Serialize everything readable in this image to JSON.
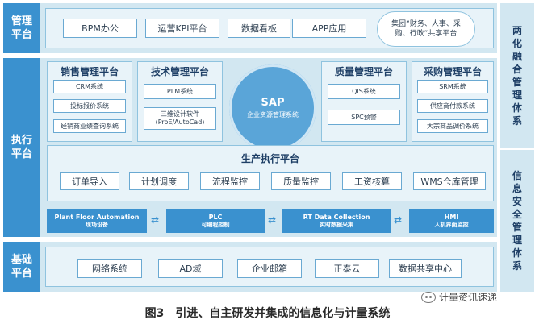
{
  "management": {
    "label": "管理平台",
    "items": [
      "BPM办公",
      "运营KPI平台",
      "数据看板",
      "APP应用"
    ],
    "cloud": "集团“财务、人事、采购、行政”共享平台"
  },
  "execution": {
    "label": "执行平台",
    "sales": {
      "title": "销售管理平台",
      "items": [
        "CRM系统",
        "投标报价系统",
        "经销商业绩查询系统"
      ]
    },
    "tech": {
      "title": "技术管理平台",
      "items": [
        "PLM系统",
        "三维设计软件(ProE/AutoCad)"
      ]
    },
    "sap": {
      "title": "SAP",
      "subtitle": "企业资源管理系统"
    },
    "quality": {
      "title": "质量管理平台",
      "items": [
        "QIS系统",
        "SPC预警"
      ]
    },
    "purchase": {
      "title": "采购管理平台",
      "items": [
        "SRM系统",
        "供应商付款系统",
        "大宗商品调价系统"
      ]
    },
    "production": {
      "title": "生产执行平台",
      "items": [
        "订单导入",
        "计划调度",
        "流程监控",
        "质量监控",
        "工资核算",
        "WMS仓库管理"
      ]
    },
    "automation": [
      {
        "en": "Plant Floor Automation",
        "cn": "现场设备"
      },
      {
        "en": "PLC",
        "cn": "可编程控制"
      },
      {
        "en": "RT Data Collection",
        "cn": "实时数据采集"
      },
      {
        "en": "HMI",
        "cn": "人机界面监控"
      }
    ],
    "arrow": "⇄"
  },
  "base": {
    "label": "基础平台",
    "items": [
      "网络系统",
      "AD域",
      "企业邮箱",
      "正泰云",
      "数据共享中心"
    ]
  },
  "side": {
    "top": "两化融合管理体系",
    "bottom": "信息安全管理体系"
  },
  "caption": "图3　引进、自主研发并集成的信息化与计量系统",
  "watermark": "计量资讯速递"
}
